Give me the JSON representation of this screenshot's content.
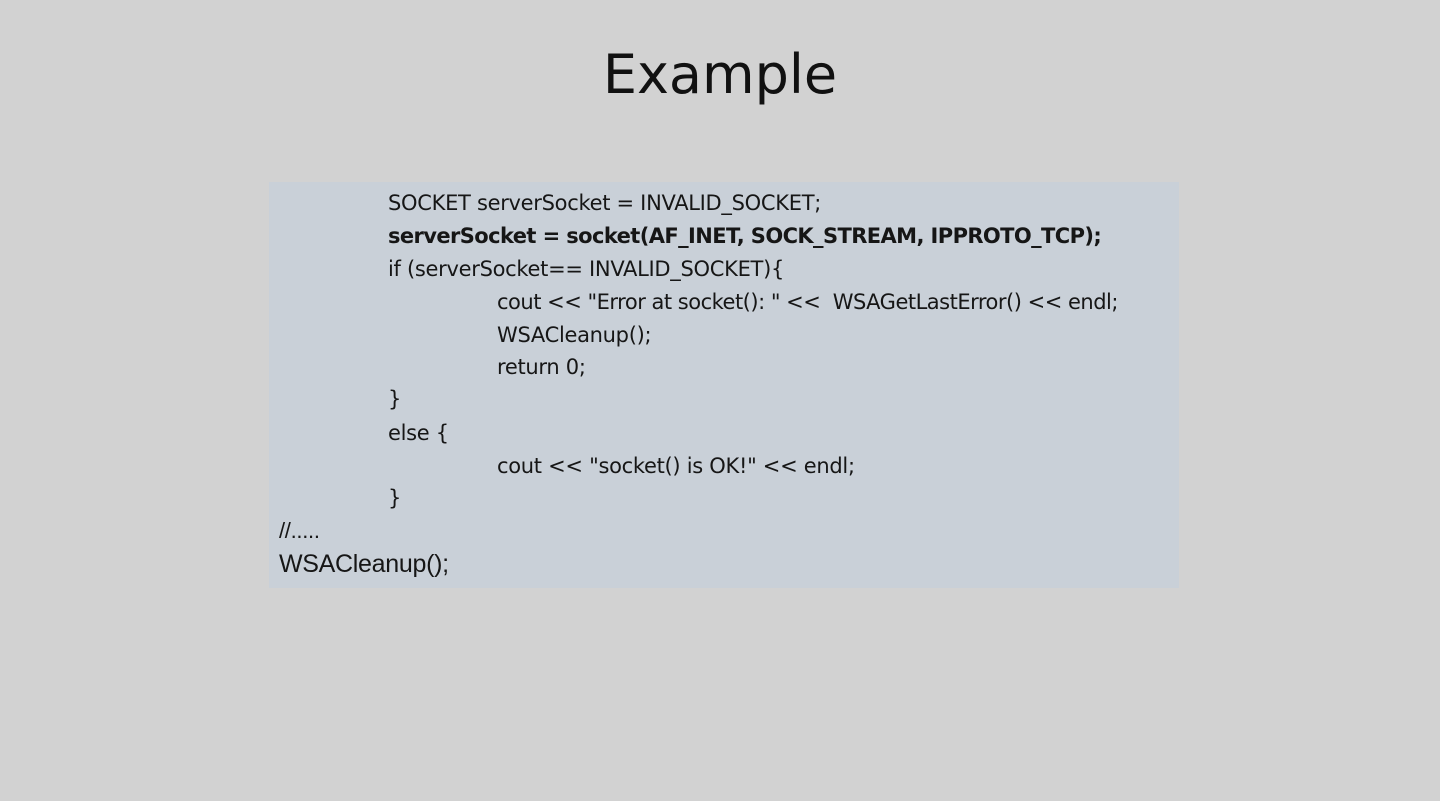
{
  "slide": {
    "title": "Example",
    "background_color": "#d2d2d2",
    "code_box_color": "#c9d0d8"
  },
  "code": {
    "lines": [
      "SOCKET serverSocket = INVALID_SOCKET;",
      "serverSocket = socket(AF_INET, SOCK_STREAM, IPPROTO_TCP);",
      "if (serverSocket== INVALID_SOCKET){",
      "cout << \"Error at socket(): \" <<  WSAGetLastError() << endl;",
      "WSACleanup();",
      "return 0;",
      "}",
      "else {",
      "cout << \"socket() is OK!\" << endl;",
      "}",
      "//.....",
      "WSACleanup();"
    ]
  }
}
